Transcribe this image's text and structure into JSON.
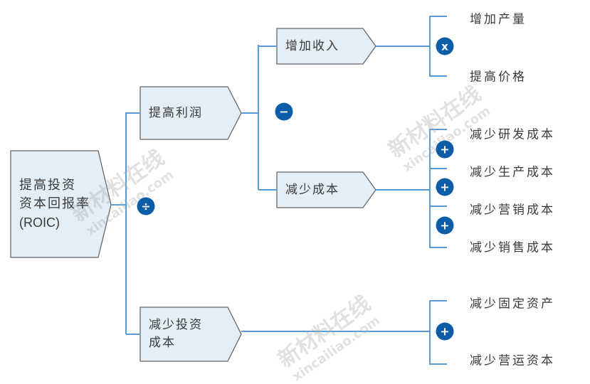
{
  "root": {
    "line1": "提高投资",
    "line2": "资本回报率",
    "line3": "(ROIC)"
  },
  "nodes": {
    "profit": "提高利润",
    "revenue": "增加收入",
    "cost": "减少成本",
    "invest_line1": "减少投资",
    "invest_line2": "成本"
  },
  "operators": {
    "divide": "÷",
    "minus": "−",
    "multiply": "x",
    "plus": "+"
  },
  "leaves": {
    "revenue": [
      "增加产量",
      "提高价格"
    ],
    "cost": [
      "减少研发成本",
      "减少生产成本",
      "减少营销成本",
      "减少销售成本"
    ],
    "invest": [
      "减少固定资产",
      "减少营运资本"
    ]
  },
  "watermark": {
    "cn": "新材料在线",
    "en": "xincailiao.com"
  },
  "colors": {
    "line": "#5b9bd5",
    "box_fill": "#e4eef6",
    "box_stroke": "#666666",
    "operator": "#0b5da8"
  }
}
